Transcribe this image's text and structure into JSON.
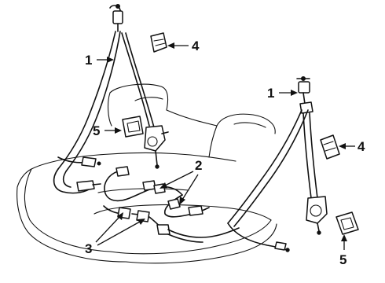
{
  "callouts": [
    {
      "id": "label-1-left",
      "text": "1"
    },
    {
      "id": "label-1-right",
      "text": "1"
    },
    {
      "id": "label-2",
      "text": "2"
    },
    {
      "id": "label-3",
      "text": "3"
    },
    {
      "id": "label-4-top",
      "text": "4"
    },
    {
      "id": "label-4-right",
      "text": "4"
    },
    {
      "id": "label-5-left",
      "text": "5"
    },
    {
      "id": "label-5-bottom",
      "text": "5"
    }
  ]
}
